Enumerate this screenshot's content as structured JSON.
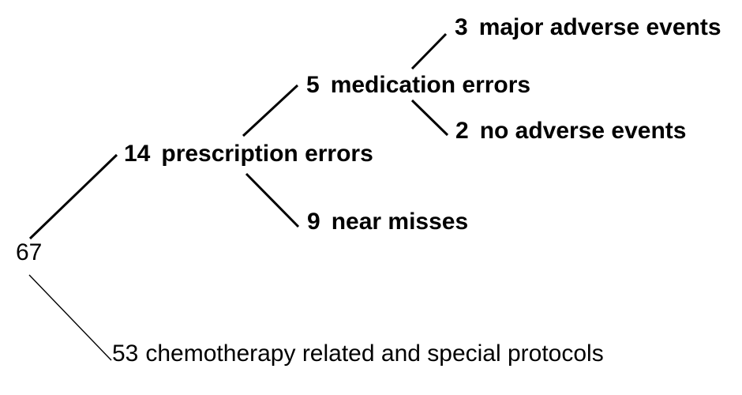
{
  "figure": {
    "background_color": "#ffffff",
    "text_color": "#000000",
    "line_color": "#000000",
    "nodes": [
      {
        "id": "total",
        "value": "67",
        "text": ""
      },
      {
        "id": "prescription-errors",
        "value": "14",
        "text": "prescription errors"
      },
      {
        "id": "medication-errors",
        "value": "5",
        "text": "medication errors"
      },
      {
        "id": "major-adverse-events",
        "value": "3",
        "text": "major adverse events"
      },
      {
        "id": "no-adverse-events",
        "value": "2",
        "text": "no adverse events"
      },
      {
        "id": "near-misses",
        "value": "9",
        "text": "near misses"
      },
      {
        "id": "chemo-protocols",
        "value": "53",
        "text": "chemotherapy related and special protocols"
      }
    ],
    "edges": [
      {
        "from": "total",
        "to": "prescription-errors"
      },
      {
        "from": "prescription-errors",
        "to": "medication-errors"
      },
      {
        "from": "medication-errors",
        "to": "major-adverse-events"
      },
      {
        "from": "medication-errors",
        "to": "no-adverse-events"
      },
      {
        "from": "prescription-errors",
        "to": "near-misses"
      },
      {
        "from": "total",
        "to": "chemo-protocols"
      }
    ]
  }
}
